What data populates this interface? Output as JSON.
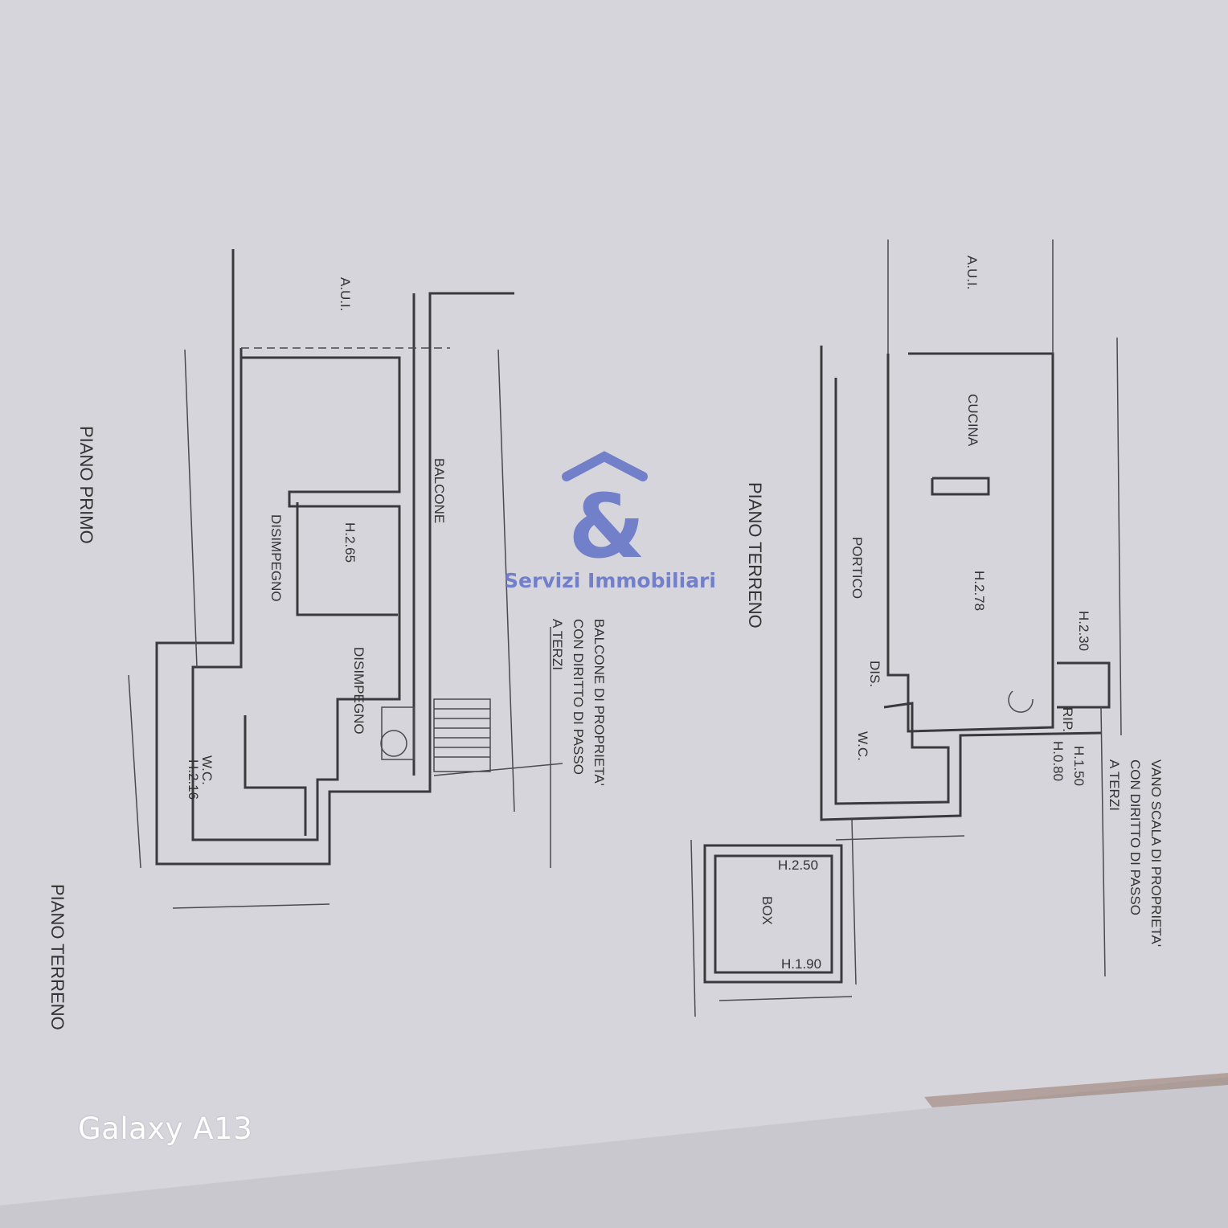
{
  "first_floor": {
    "title": "PIANO PRIMO",
    "aui": "A.U.I.",
    "balcone": "BALCONE",
    "disimpegno_1": "DISIMPEGNO",
    "height_1": "H.2.65",
    "disimpegno_2": "DISIMPEGNO",
    "wc": "W.C.",
    "wc_height": "H.2.16",
    "balcony_note": [
      "BALCONE DI PROPRIETA'",
      "CON DIRITTO DI PASSO",
      "A TERZI"
    ]
  },
  "ground_floor": {
    "title": "PIANO TERRENO",
    "aui": "A.U.I.",
    "cucina": "CUCINA",
    "cucina_height": "H.2.78",
    "portico": "PORTICO",
    "dis": "DIS.",
    "wc": "W.C.",
    "stair_height": "H.2.30",
    "rip": "RIP.",
    "rip_height_1": "H.1.50",
    "rip_height_2": "H.0.80",
    "stair_note": [
      "VANO SCALA DI PROPRIETA'",
      "CON DIRITTO DI PASSO",
      "A TERZI"
    ],
    "box": "BOX",
    "box_height_1": "H.2.50",
    "box_height_2": "H.1.90"
  },
  "ground_floor_box_title": "PIANO TERRENO",
  "watermark": {
    "text": "Servizi Immobiliari",
    "symbol": "&",
    "color": "#6a78c8"
  },
  "camera_label": "Galaxy A13"
}
